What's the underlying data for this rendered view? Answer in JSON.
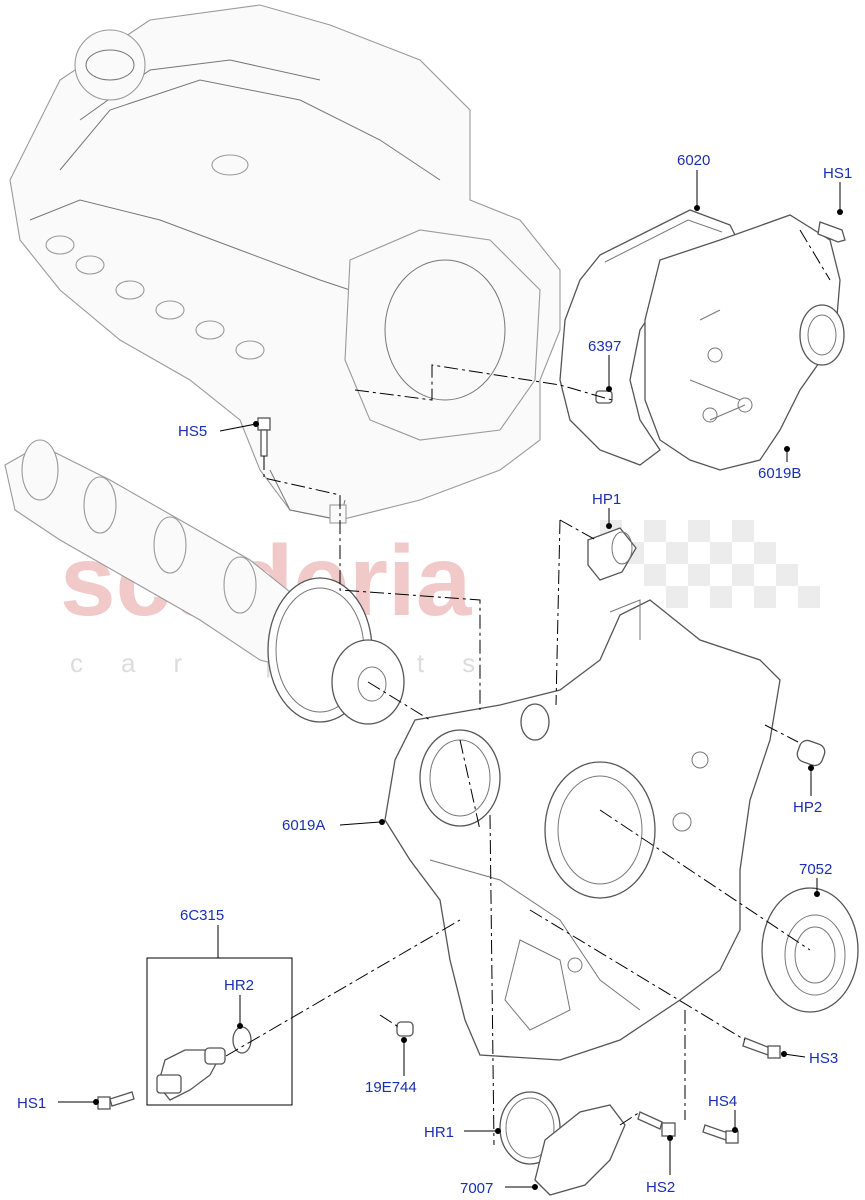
{
  "watermark": {
    "brand": "scuderia",
    "sub": "car parts"
  },
  "labels": {
    "p6020": "6020",
    "hs1_top": "HS1",
    "p6397": "6397",
    "hs5": "HS5",
    "p6019b": "6019B",
    "hp1": "HP1",
    "hp2": "HP2",
    "p6019a": "6019A",
    "p7052": "7052",
    "p6c315": "6C315",
    "hr2": "HR2",
    "hs1_bottom": "HS1",
    "p19e744": "19E744",
    "hs3": "HS3",
    "hs4": "HS4",
    "hr1": "HR1",
    "hs2": "HS2",
    "p7007": "7007"
  },
  "colors": {
    "label": "#1a2fb0",
    "line": "#000000",
    "watermark": "#f1c9c9"
  }
}
